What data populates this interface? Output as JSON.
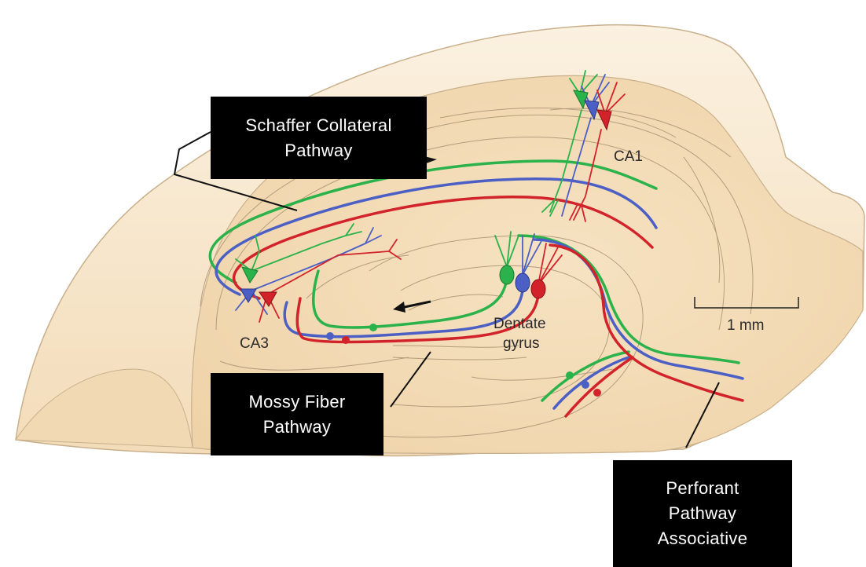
{
  "labels": {
    "ca1": "CA1",
    "ca3": "CA3",
    "dentate_line1": "Dentate",
    "dentate_line2": "gyrus",
    "scale": "1 mm"
  },
  "callouts": {
    "schaffer": [
      "Schaffer Collateral",
      "Pathway"
    ],
    "mossy": [
      "Mossy Fiber",
      "Pathway"
    ],
    "perforant": [
      "Perforant",
      "Pathway",
      "Associative"
    ]
  },
  "colors": {
    "tissue_light": "#f8e8cf",
    "tissue": "#f4dcb6",
    "tissue_outline": "#c9b08c",
    "green": "#2bb24a",
    "blue": "#4b5fc4",
    "red": "#d2232a",
    "callout_bg": "#000000",
    "callout_text": "#ffffff"
  }
}
